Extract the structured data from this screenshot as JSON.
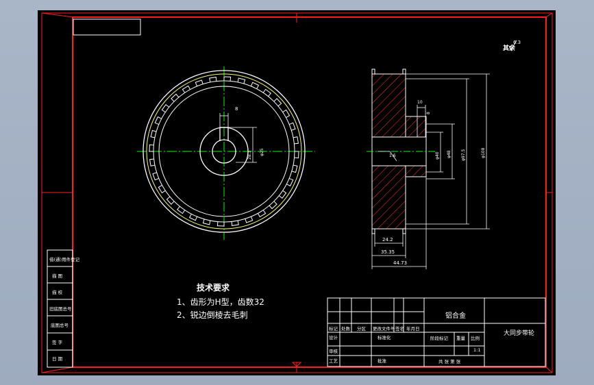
{
  "drawing": {
    "part_title": "大同步带轮",
    "material": "铝合金",
    "scale": "1:1",
    "roughness_label": "其余",
    "roughness_value": "6.3"
  },
  "tech_requirements": {
    "heading": "技术要求",
    "items": [
      "1、齿形为H型，齿数32",
      "2、锐边倒棱去毛刺"
    ]
  },
  "side_strip": {
    "labels": [
      "借(通)用件登记",
      "描 图",
      "描 校",
      "旧底图总号",
      "底图总号",
      "签 字",
      "日 期"
    ]
  },
  "front_view": {
    "keyway_width": "8",
    "keyway_depth": "28.3",
    "bore_dia": "φ25"
  },
  "section_view": {
    "dims": {
      "groove_width": "24.2",
      "rim_width": "35.35",
      "total_width": "44.73",
      "hub_dia_1": "φ40",
      "hub_dia_2": "φ48",
      "pitch_dia": "φ97.5",
      "tip_dia": "φ108",
      "key_dim": "8",
      "fillet_label": "1.6",
      "dim_10": "10"
    }
  },
  "title_block": {
    "row_labels": [
      "标记",
      "处数",
      "分区",
      "更改文件号",
      "签名",
      "年月日"
    ],
    "design_label": "设计",
    "standard_label": "标准化",
    "check_label": "审核",
    "process_label": "工艺",
    "approve_label": "批准",
    "stage_label": "阶段标记",
    "weight_label": "重量",
    "scale_label": "比例",
    "sheets_label": "共 张 第 张"
  }
}
